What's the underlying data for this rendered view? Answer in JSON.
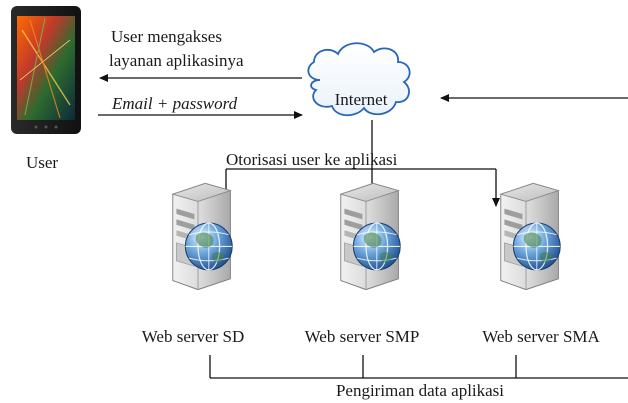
{
  "user": {
    "label": "User"
  },
  "arrows": {
    "access_label_line1": "User mengakses",
    "access_label_line2": "layanan aplikasinya",
    "credentials_label": "Email + password"
  },
  "internet": {
    "label": "Internet"
  },
  "authorization": {
    "label": "Otorisasi user ke aplikasi"
  },
  "servers": [
    {
      "label": "Web server SD"
    },
    {
      "label": "Web server SMP"
    },
    {
      "label": "Web server SMA"
    }
  ],
  "delivery": {
    "label": "Pengiriman data aplikasi"
  }
}
